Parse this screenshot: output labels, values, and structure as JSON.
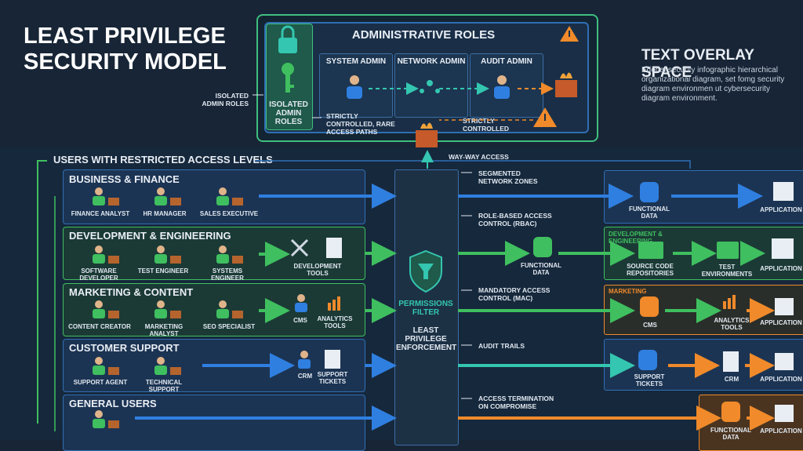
{
  "title_line1": "LEAST PRIVILEGE",
  "title_line2": "SECURITY MODEL",
  "overlay": {
    "title": "TEXT OVERLAY SPACE",
    "body": "Edorial security infographic hierarchical organizational diagram, set fomg security diagram environmen ut cybersecurity diagram environment."
  },
  "admin": {
    "title": "ADMINISTRATIVE ROLES",
    "isolated_cell": "ISOLATED ADMIN ROLES",
    "isolated_note": "ISOLATED ADMIN ROLES",
    "roles": [
      "SYSTEM ADMIN",
      "NETWORK ADMIN",
      "AUDIT ADMIN"
    ],
    "strict_note": "STRICTLY CONTROLLED, RARE ACCESS PATHS",
    "strict_note2": "STRICTLY CONTROLLED",
    "way_access": "WAY-WAY ACCESS"
  },
  "users_heading": "USERS WITH RESTRICTED ACCESS LEVELS",
  "sections": {
    "business": {
      "title": "BUSINESS & FINANCE",
      "people": [
        "FINANCE ANALYST",
        "HR MANAGER",
        "SALES EXECUTIVE"
      ]
    },
    "development": {
      "title": "DEVELOPMENT & ENGINEERING",
      "people": [
        "SOFTWARE DEVELOPER",
        "TEST ENGINEER",
        "SYSTEMS ENGINEER"
      ],
      "tool": "DEVELOPMENT TOOLS"
    },
    "marketing": {
      "title": "MARKETING & CONTENT",
      "people": [
        "CONTENT CREATOR",
        "MARKETING ANALYST",
        "SEO SPECIALIST"
      ],
      "tools": [
        "CMS",
        "ANALYTICS TOOLS"
      ]
    },
    "support": {
      "title": "CUSTOMER SUPPORT",
      "people": [
        "SUPPORT AGENT",
        "TECHNICAL SUPPORT"
      ],
      "tools": [
        "CRM",
        "SUPPORT TICKETS"
      ]
    },
    "general": {
      "title": "GENERAL USERS"
    }
  },
  "filter": {
    "label1": "PERMISSIONS FILTER",
    "label2": "LEAST PRIVILEGE ENFORCEMENT"
  },
  "notes": {
    "segmented": "SEGMENTED NETWORK ZONES",
    "rbac": "ROLE-BASED ACCESS CONTROL (RBAC)",
    "mac": "MANDATORY ACCESS CONTROL (MAC)",
    "audit": "AUDIT TRAILS",
    "termination": "ACCESS TERMINATION ON COMPROMISE"
  },
  "right": {
    "row1": [
      "FUNCTIONAL DATA",
      "APPLICATION"
    ],
    "dev_label": "DEVELOPMENT & ENGINEERING",
    "row2_left": "FUNCTIONAL DATA",
    "row2": [
      "SOURCE CODE REPOSITORIES",
      "TEST ENVIRONMENTS",
      "APPLICATION"
    ],
    "mkt_label": "MARKETING",
    "row3": [
      "CMS",
      "ANALYTICS TOOLS",
      "APPLICATION"
    ],
    "row4": [
      "SUPPORT TICKETS",
      "CRM",
      "APPLICATION"
    ],
    "row5": [
      "FUNCTIONAL DATA",
      "APPLICATION"
    ]
  },
  "colors": {
    "blue": "#2f7fe0",
    "green": "#3fbf5f",
    "orange": "#f08a2a",
    "teal": "#34c6b0"
  }
}
